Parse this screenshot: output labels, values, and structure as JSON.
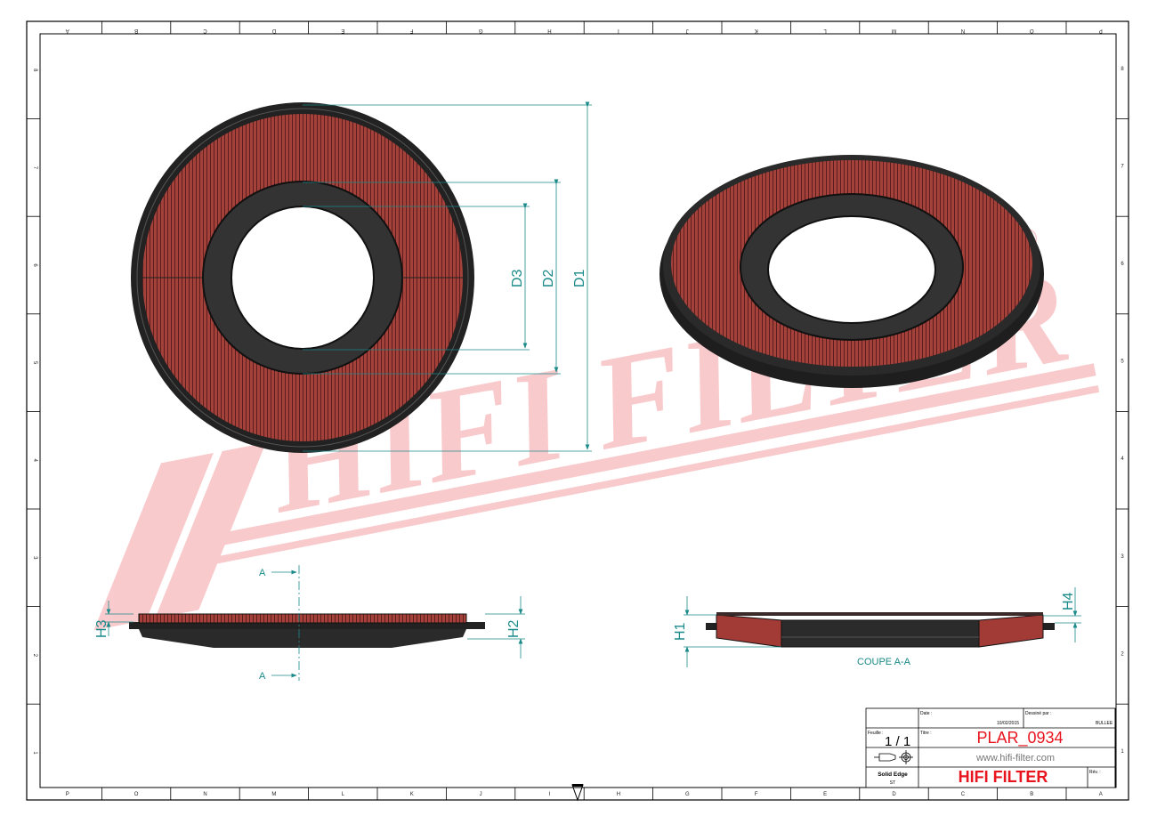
{
  "border": {
    "top_labels": [
      "A",
      "B",
      "C",
      "D",
      "E",
      "F",
      "G",
      "H",
      "I",
      "J",
      "K",
      "L",
      "M",
      "N",
      "O",
      "P"
    ],
    "bottom_labels": [
      "P",
      "O",
      "N",
      "M",
      "L",
      "K",
      "J",
      "I",
      "H",
      "G",
      "F",
      "E",
      "D",
      "C",
      "B",
      "A"
    ],
    "right_labels": [
      "8",
      "7",
      "6",
      "5",
      "4",
      "3",
      "2",
      "1"
    ],
    "left_labels": [
      "1",
      "2",
      "3",
      "4",
      "5",
      "6",
      "7",
      "8"
    ]
  },
  "watermark": {
    "text": "HIFI FILTER",
    "mark": "®"
  },
  "dimensions": {
    "d1": "D1",
    "d2": "D2",
    "d3": "D3",
    "h1": "H1",
    "h2": "H2",
    "h3": "H3",
    "h4": "H4",
    "section_a_top": "A",
    "section_a_bottom": "A",
    "section_caption": "COUPE A-A"
  },
  "title_block": {
    "date_label": "Date :",
    "date_value": "10/02/2015",
    "drawn_by_label": "Dessiné par :",
    "drawn_by_value": "BULLEE",
    "sheet_label": "Feuille :",
    "sheet_value": "1 / 1",
    "title_label": "Titre :",
    "title_value": "PLAR_0934",
    "website": "www.hifi-filter.com",
    "software": "Solid Edge",
    "software_sub": "ST",
    "brand": "HIFI FILTER",
    "rev_label": "Rév. :"
  },
  "colors": {
    "accent_red": "#e8141e",
    "dimension": "#1a8a8a",
    "filter_red": "#a23a36"
  }
}
